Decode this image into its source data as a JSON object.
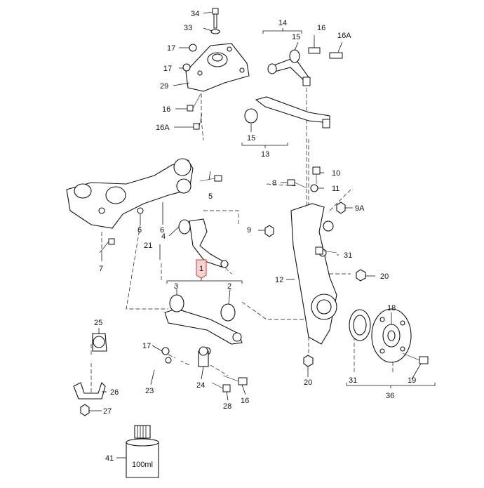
{
  "diagram": {
    "bottle_label": "100ml",
    "highlight_color": "#e03030",
    "callouts": {
      "c34": "34",
      "c33": "33",
      "c17a": "17",
      "c17b": "17",
      "c29": "29",
      "c16a": "16",
      "c16Aa": "16A",
      "c14": "14",
      "c15a": "15",
      "c16b": "16",
      "c16Ab": "16A",
      "c15b": "15",
      "c13": "13",
      "c10": "10",
      "c8": "8",
      "c11": "11",
      "c5": "5",
      "c9A": "9A",
      "c6a": "6",
      "c6b": "6",
      "c9": "9",
      "c21": "21",
      "c4": "4",
      "c7": "7",
      "c1": "1",
      "c31a": "31",
      "c3": "3",
      "c2": "2",
      "c12": "12",
      "c20a": "20",
      "c25": "25",
      "c18": "18",
      "c17c": "17",
      "c20b": "20",
      "c26": "26",
      "c23": "23",
      "c24": "24",
      "c16c": "16",
      "c31b": "31",
      "c19": "19",
      "c36": "36",
      "c28": "28",
      "c27": "27",
      "c41": "41"
    }
  }
}
